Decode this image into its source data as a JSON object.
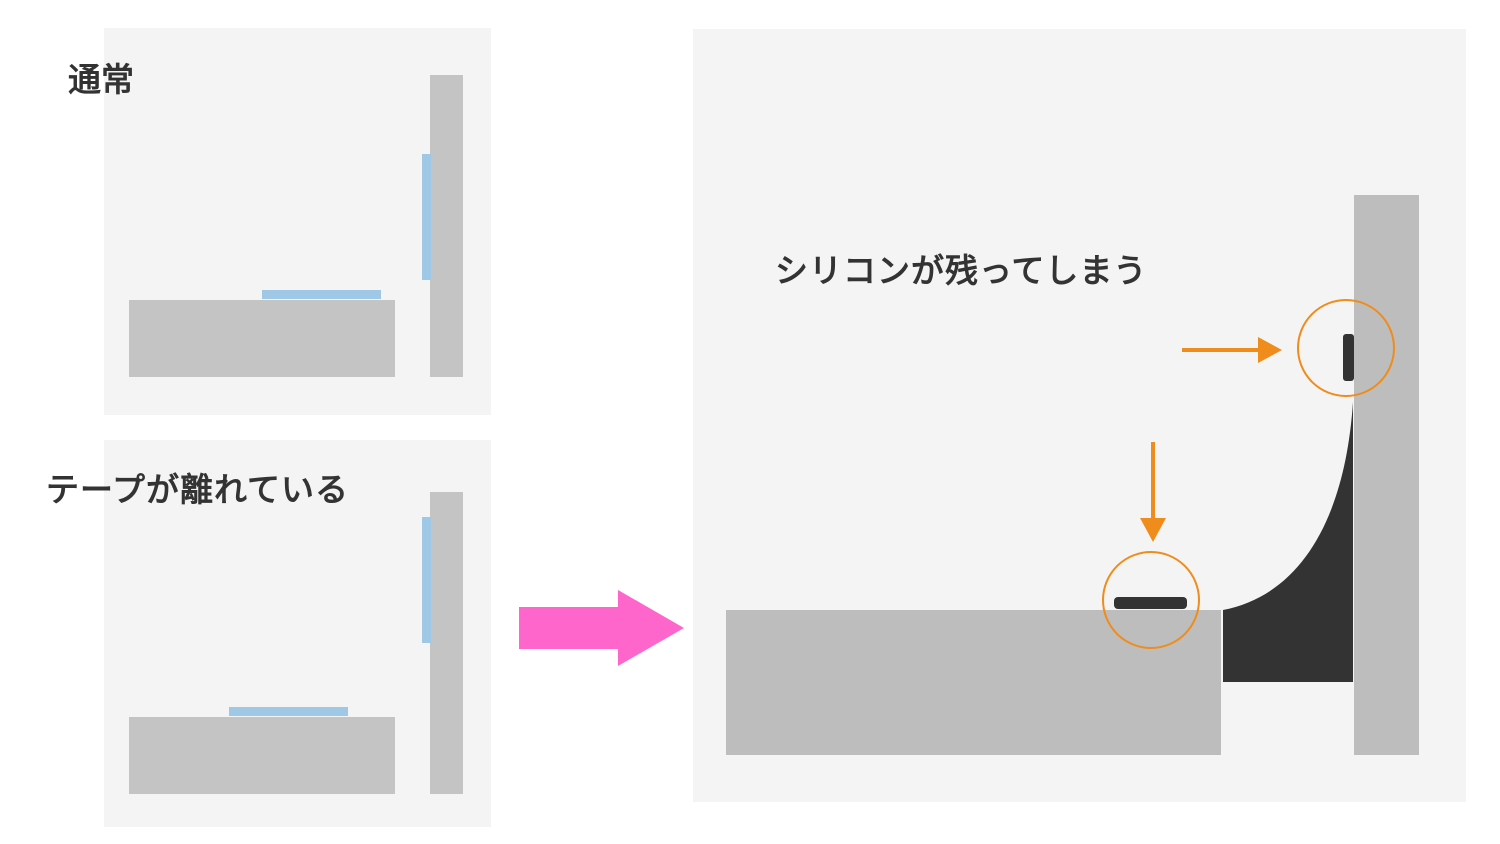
{
  "labels": {
    "normal": "通常",
    "detached": "テープが離れている",
    "result": "シリコンが残ってしまう"
  },
  "colors": {
    "panel_bg": "#f4f4f4",
    "board": "#c4c4c4",
    "tape": "#9ec8e5",
    "silicone": "#333333",
    "transition_arrow": "#ff66cc",
    "callout": "#ef8c1c"
  }
}
